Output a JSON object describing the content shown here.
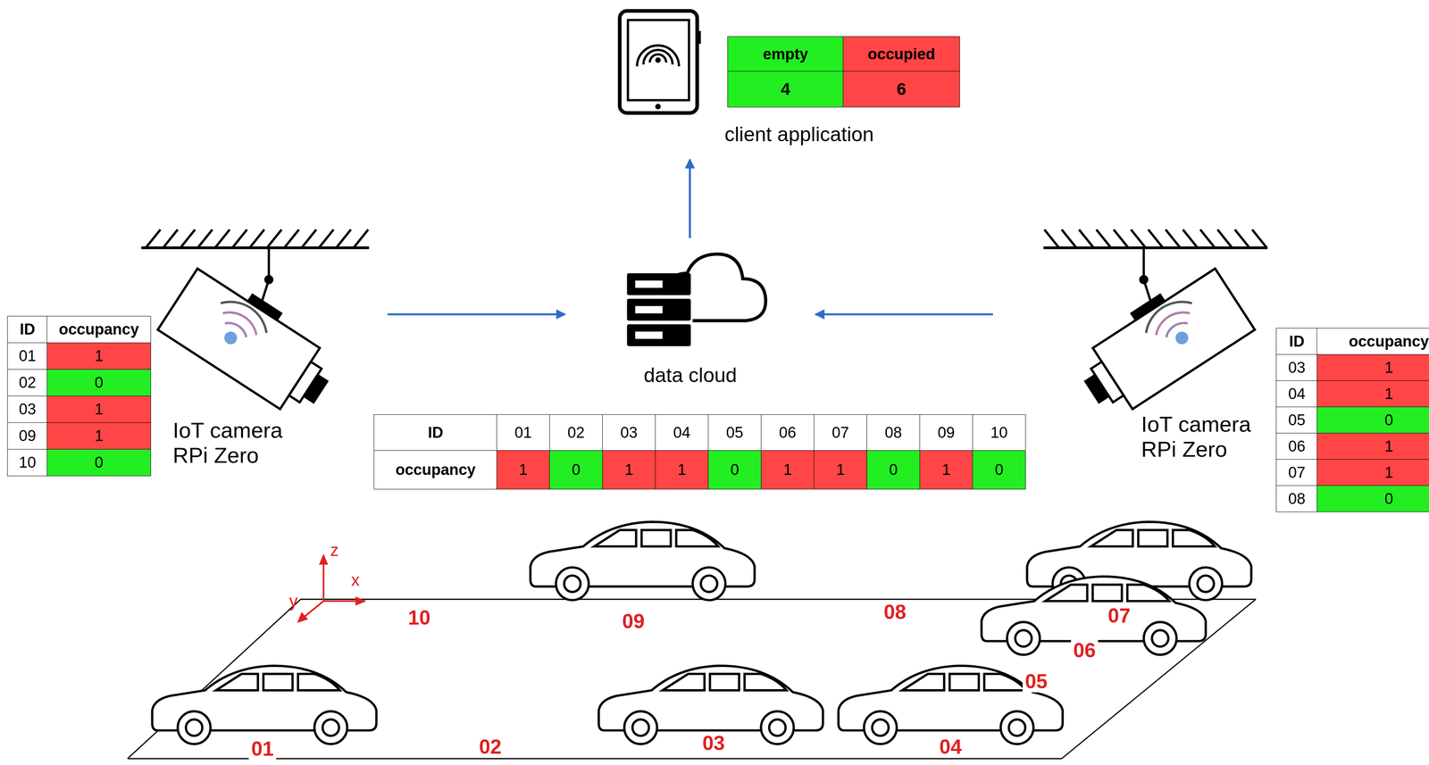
{
  "diagram": {
    "nodes": [
      {
        "text": [
          "client application"
        ]
      },
      {
        "text": [
          "data cloud"
        ]
      },
      {
        "text": [
          "IoT camera RPi Zero"
        ]
      },
      {
        "text": [
          "IoT camera RPi Zero"
        ]
      }
    ],
    "edges": [
      {
        "from": 1,
        "to": 0,
        "arrow": "to"
      },
      {
        "from": 2,
        "to": 1,
        "arrow": "to"
      },
      {
        "from": 3,
        "to": 1,
        "arrow": "to"
      }
    ],
    "labels": [
      "empty",
      "occupied",
      "4",
      "6",
      "ID",
      "occupancy",
      "01",
      "1",
      "02",
      "0",
      "03",
      "1",
      "09",
      "1",
      "10",
      "0",
      "ID",
      "01",
      "02",
      "03",
      "04",
      "05",
      "06",
      "07",
      "08",
      "09",
      "10",
      "occupancy",
      "1",
      "0",
      "1",
      "1",
      "0",
      "1",
      "1",
      "0",
      "1",
      "0",
      "ID",
      "occupancy",
      "03",
      "1",
      "04",
      "1",
      "05",
      "0",
      "06",
      "1",
      "07",
      "1",
      "08",
      "0",
      "z",
      "x",
      "y",
      "10",
      "09",
      "08",
      "07",
      "06",
      "05",
      "01",
      "02",
      "03",
      "04"
    ]
  }
}
